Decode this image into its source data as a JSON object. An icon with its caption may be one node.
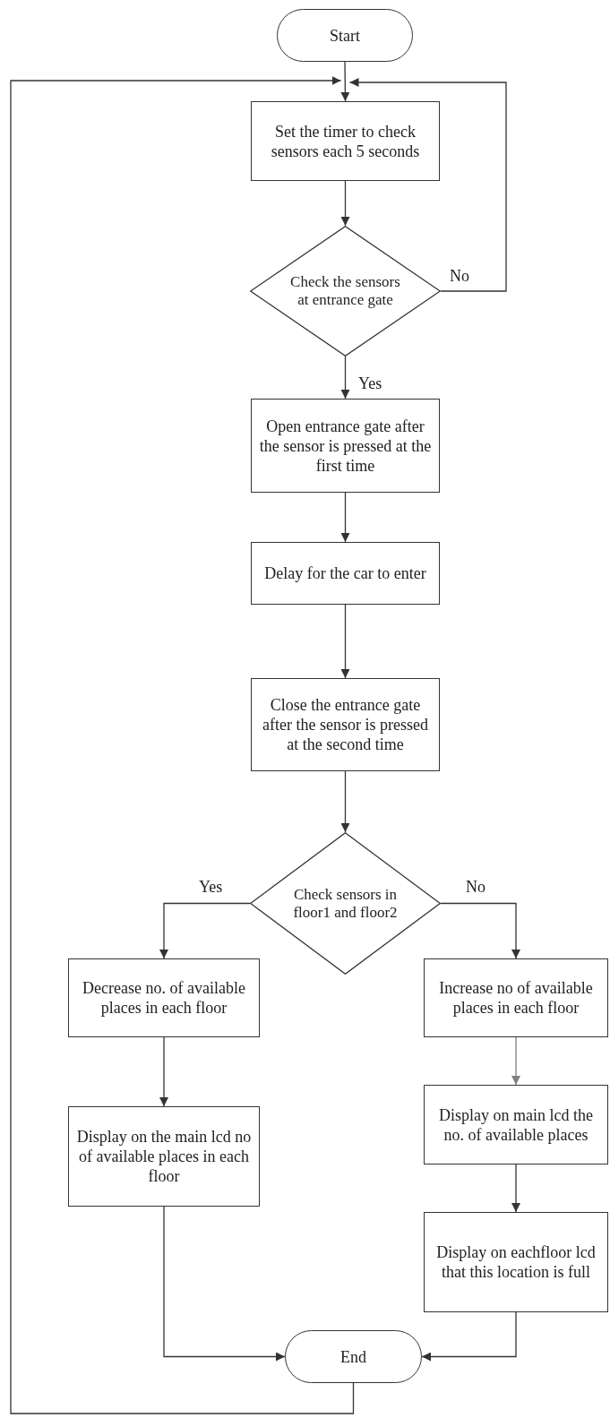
{
  "diagram": {
    "nodes": [
      {
        "text": [
          "Start"
        ]
      },
      {
        "text": [
          "Set the timer to check sensors each 5 seconds"
        ]
      },
      {
        "text": [
          "Check the sensors at entrance gate"
        ]
      },
      {
        "text": [
          "Open entrance gate after the sensor is pressed at the first time"
        ]
      },
      {
        "text": [
          "Delay for the car to enter"
        ]
      },
      {
        "text": [
          "Close the entrance gate after the sensor is pressed at the second time"
        ]
      },
      {
        "text": [
          "Check sensors in floor1 and floor2"
        ]
      },
      {
        "text": [
          "Decrease no. of available places in each floor"
        ]
      },
      {
        "text": [
          "Increase no of available places in each floor"
        ]
      },
      {
        "text": [
          "Display on main lcd the no. of available places"
        ]
      },
      {
        "text": [
          "Display on the main lcd no of available places in each floor"
        ]
      },
      {
        "text": [
          "Display on eachfloor lcd that this location is full"
        ]
      },
      {
        "text": [
          "End"
        ]
      }
    ],
    "edges": [
      {
        "from": 0,
        "to": 1,
        "arrow": "to"
      },
      {
        "from": 1,
        "to": 2,
        "arrow": "to"
      },
      {
        "from": 2,
        "to": 1,
        "arrow": "to",
        "label": "No"
      },
      {
        "from": 2,
        "to": 3,
        "arrow": "to",
        "label": "Yes"
      },
      {
        "from": 3,
        "to": 4,
        "arrow": "to"
      },
      {
        "from": 4,
        "to": 5,
        "arrow": "to"
      },
      {
        "from": 5,
        "to": 6,
        "arrow": "to"
      },
      {
        "from": 6,
        "to": 7,
        "arrow": "to",
        "label": "Yes"
      },
      {
        "from": 6,
        "to": 8,
        "arrow": "to",
        "label": "No"
      },
      {
        "from": 7,
        "to": 10,
        "arrow": "to"
      },
      {
        "from": 8,
        "to": 9,
        "arrow": "to",
        "color": "#808080"
      },
      {
        "from": 9,
        "to": 11,
        "arrow": "to"
      },
      {
        "from": 10,
        "to": 12,
        "arrow": "to"
      },
      {
        "from": 11,
        "to": 12,
        "arrow": "to"
      },
      {
        "from": 12,
        "to": 1,
        "arrow": "to"
      }
    ]
  }
}
